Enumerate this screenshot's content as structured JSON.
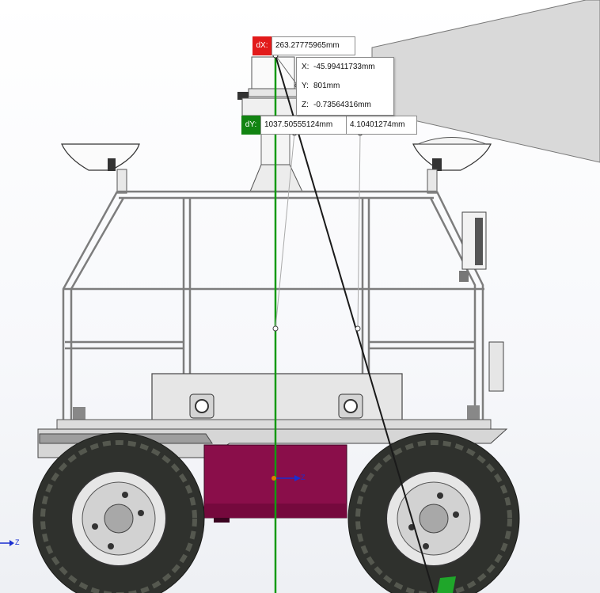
{
  "measure": {
    "dx_tag": "dX:",
    "dx_value": "263.27775965mm",
    "dy_tag": "dY:",
    "dy_value": "1037.50555124mm",
    "dz_value": "4.10401274mm",
    "x_label": "X:",
    "x_value": "-45.99411733mm",
    "y_label": "Y:",
    "y_value": "801mm",
    "z_label": "Z:",
    "z_value": "-0.73564316mm"
  },
  "triad": {
    "local_axis": "Z",
    "global_axis": "Z"
  },
  "colors": {
    "dx_tag": "#e21a1a",
    "dy_tag": "#128412",
    "green_axis": "#129a12",
    "battery": "#8a0e4a",
    "frame": "#8a8a8a",
    "tire": "#3a3c38"
  }
}
